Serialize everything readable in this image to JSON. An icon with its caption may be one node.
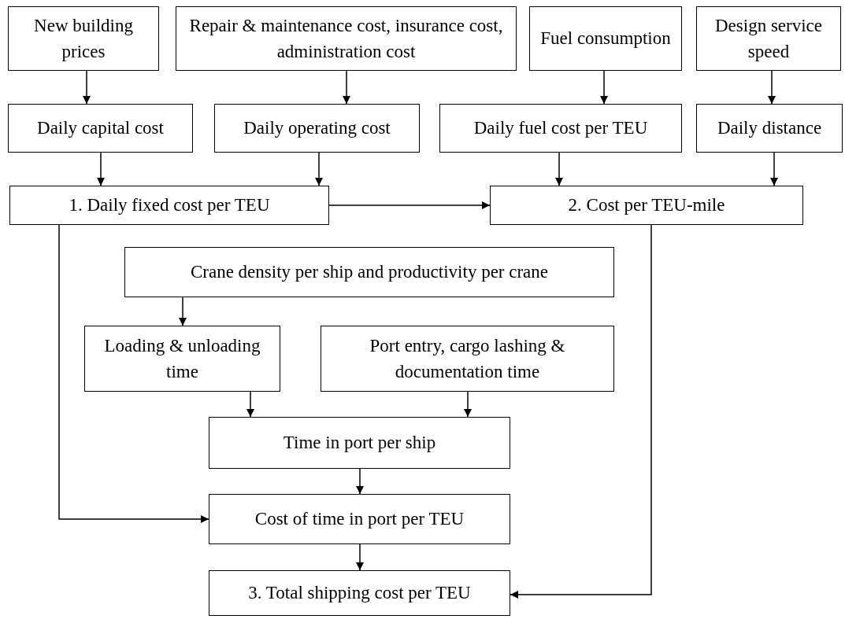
{
  "diagram": {
    "nodes": [
      {
        "text": [
          "New building prices"
        ]
      },
      {
        "text": [
          "Repair & maintenance cost, insurance cost, administration cost"
        ]
      },
      {
        "text": [
          "Fuel consumption"
        ]
      },
      {
        "text": [
          "Design service speed"
        ]
      },
      {
        "text": [
          "Daily capital cost"
        ]
      },
      {
        "text": [
          "Daily operating cost"
        ]
      },
      {
        "text": [
          "Daily fuel cost per TEU"
        ]
      },
      {
        "text": [
          "Daily distance"
        ]
      },
      {
        "text": [
          "1. Daily fixed cost per TEU"
        ]
      },
      {
        "text": [
          "2. Cost per TEU-mile"
        ]
      },
      {
        "text": [
          "Crane density per ship and productivity per crane"
        ]
      },
      {
        "text": [
          "Loading & unloading time"
        ]
      },
      {
        "text": [
          "Port entry, cargo lashing & documentation time"
        ]
      },
      {
        "text": [
          "Time in port per ship"
        ]
      },
      {
        "text": [
          "Cost of time in port per TEU"
        ]
      },
      {
        "text": [
          "3. Total shipping cost per TEU"
        ]
      }
    ],
    "edges": [
      {
        "from": 0,
        "to": 4,
        "arrow": "to"
      },
      {
        "from": 1,
        "to": 5,
        "arrow": "to"
      },
      {
        "from": 2,
        "to": 6,
        "arrow": "to"
      },
      {
        "from": 3,
        "to": 7,
        "arrow": "to"
      },
      {
        "from": 4,
        "to": 8,
        "arrow": "to"
      },
      {
        "from": 5,
        "to": 8,
        "arrow": "to"
      },
      {
        "from": 6,
        "to": 9,
        "arrow": "to"
      },
      {
        "from": 7,
        "to": 9,
        "arrow": "to"
      },
      {
        "from": 8,
        "to": 9,
        "arrow": "to"
      },
      {
        "from": 10,
        "to": 11,
        "arrow": "to"
      },
      {
        "from": 11,
        "to": 13,
        "arrow": "to"
      },
      {
        "from": 12,
        "to": 13,
        "arrow": "to"
      },
      {
        "from": 13,
        "to": 14,
        "arrow": "to"
      },
      {
        "from": 14,
        "to": 15,
        "arrow": "to"
      },
      {
        "from": 8,
        "to": 14,
        "arrow": "to"
      },
      {
        "from": 9,
        "to": 15,
        "arrow": "to"
      }
    ]
  }
}
